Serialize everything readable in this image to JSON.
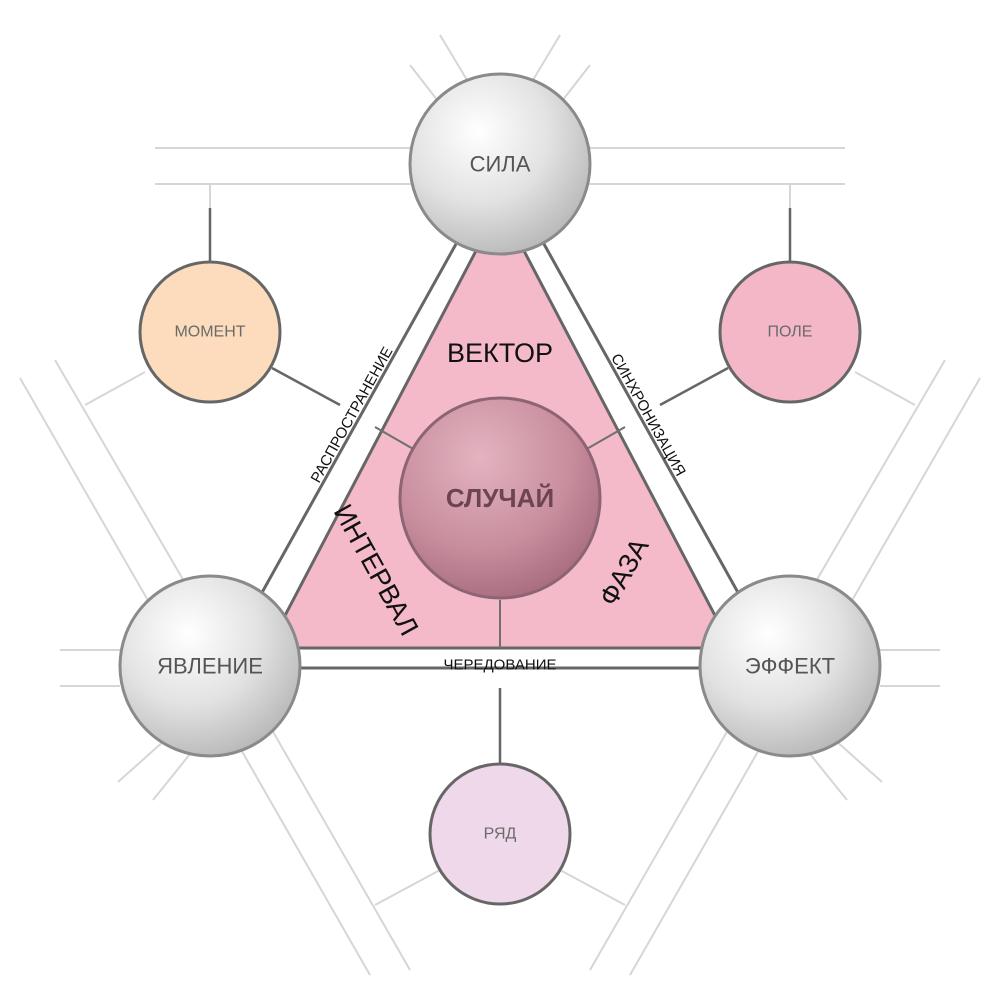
{
  "nodes": {
    "top": "СИЛА",
    "left": "ЯВЛЕНИЕ",
    "right": "ЭФФЕКТ",
    "center": "СЛУЧАЙ"
  },
  "inner_labels": {
    "top": "ВЕКТОР",
    "left": "ИНТЕРВАЛ",
    "right": "ФАЗА"
  },
  "edge_labels": {
    "left": "РАСПРОСТРАНЕНИЕ",
    "right": "СИНХРОНИЗАЦИЯ",
    "bottom": "ЧЕРЕДОВАНИЕ"
  },
  "satellites": {
    "upper_left": "МОМЕНТ",
    "upper_right": "ПОЛЕ",
    "bottom": "РЯД"
  },
  "colors": {
    "triangle_fill": "#f5bac9",
    "band_stroke": "#666666",
    "moment_fill": "#fcdcbc",
    "pole_fill": "#f4b7c8",
    "ryad_fill": "#eed8ea",
    "center_sphere": "#c88e9e",
    "grey_sphere": "#d6d6d6"
  }
}
